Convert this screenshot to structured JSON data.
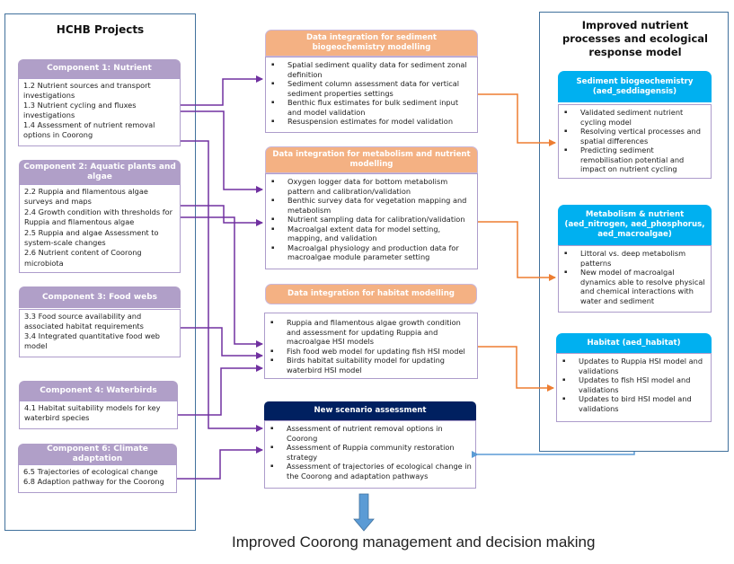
{
  "left_panel": {
    "title": "HCHB Projects",
    "components": [
      {
        "title": "Component 1: Nutrient",
        "items": [
          "1.2 Nutrient sources and transport investigations",
          "1.3 Nutrient cycling and fluxes investigations",
          "1.4 Assessment of nutrient removal options in Coorong"
        ]
      },
      {
        "title": "Component 2: Aquatic plants and algae",
        "items": [
          "2.2 Ruppia and filamentous algae surveys and maps",
          "2.4 Growth condition with thresholds for Ruppia and filamentous algae",
          "2.5 Ruppia and algae Assessment to system-scale changes",
          "2.6 Nutrient content of Coorong microbiota"
        ]
      },
      {
        "title": "Component 3: Food webs",
        "items": [
          "3.3 Food source availability and associated habitat requirements",
          "3.4 Integrated quantitative food web model"
        ]
      },
      {
        "title": "Component 4: Waterbirds",
        "items": [
          "4.1 Habitat suitability models for key waterbird species"
        ]
      },
      {
        "title": "Component 6: Climate adaptation",
        "items": [
          "6.5 Trajectories of ecological change",
          "6.8 Adaption pathway for the Coorong"
        ]
      }
    ]
  },
  "middle": {
    "sediment": {
      "title": "Data integration for sediment biogeochemistry modelling",
      "items": [
        "Spatial sediment quality data for sediment zonal definition",
        "Sediment column assessment data for vertical sediment properties settings",
        "Benthic flux estimates for bulk sediment input and model validation",
        "Resuspension estimates for model validation"
      ]
    },
    "metabolism": {
      "title": "Data integration for metabolism and nutrient modelling",
      "items": [
        "Oxygen logger data for bottom metabolism pattern and calibration/validation",
        "Benthic survey data for vegetation mapping and metabolism",
        "Nutrient sampling data for calibration/validation",
        "Macroalgal extent data for model setting, mapping, and validation",
        "Macroalgal physiology and production data for macroalgae module parameter setting"
      ]
    },
    "habitat": {
      "title": "Data integration for habitat modelling",
      "items": [
        "Ruppia and filamentous algae growth condition and assessment for updating Ruppia and macroalgae HSI models",
        "Fish food web model for updating fish HSI model",
        "Birds habitat suitability model for updating waterbird HSI model"
      ]
    },
    "scenario": {
      "title": "New scenario assessment",
      "items": [
        "Assessment of nutrient removal options in Coorong",
        "Assessment of Ruppia community restoration strategy",
        "Assessment of trajectories of ecological change in the Coorong and adaptation pathways"
      ]
    }
  },
  "right_panel": {
    "title": "Improved nutrient processes and ecological response model",
    "sediment": {
      "title": "Sediment biogeochemistry (aed_seddiagensis)",
      "items": [
        "Validated sediment nutrient cycling model",
        "Resolving vertical processes and spatial differences",
        "Predicting sediment remobilisation potential and impact on nutrient cycling"
      ]
    },
    "metabolism": {
      "title": "Metabolism & nutrient (aed_nitrogen, aed_phosphorus, aed_macroalgae)",
      "items": [
        "Littoral vs. deep metabolism patterns",
        "New model of macroalgal dynamics able to resolve physical and chemical interactions with water and sediment"
      ]
    },
    "habitat": {
      "title": "Habitat (aed_habitat)",
      "items": [
        "Updates to Ruppia HSI model and validations",
        "Updates to fish HSI model and validations",
        "Updates to bird HSI model and validations"
      ]
    }
  },
  "outcome": "Improved Coorong management and decision making",
  "colors": {
    "frame": "#41719c",
    "component_header": "#b09fc8",
    "data_integration_header": "#f4b183",
    "model_header": "#00b0f0",
    "scenario_header": "#002060",
    "purple_connector": "#7030a0",
    "orange_connector": "#ed7d31",
    "blue_connector": "#5b9bd5"
  }
}
